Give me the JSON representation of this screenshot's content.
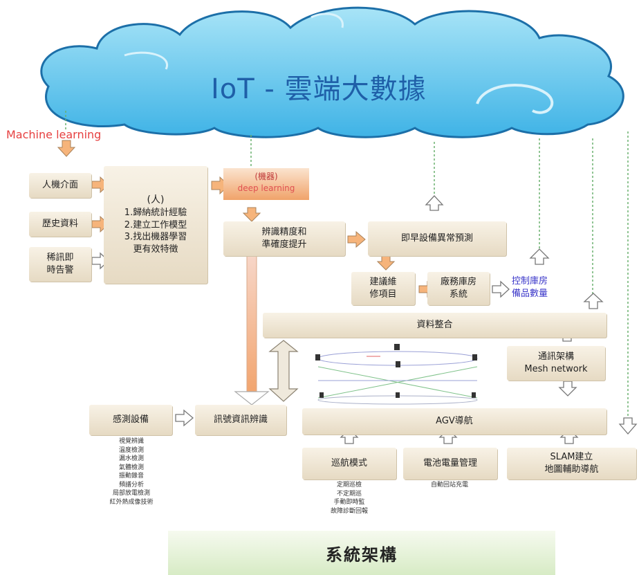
{
  "cloud": {
    "title": "IoT - 雲端大數據"
  },
  "ml_label": "Machine learning",
  "left_inputs": [
    "人機介面",
    "歷史資料",
    "稀訊即\n時告警"
  ],
  "human_box": {
    "title": "(人)",
    "items": [
      "1.歸納統計經驗",
      "2.建立工作模型",
      "3.找出機器學習\n更有效特徵"
    ]
  },
  "machine_box": {
    "title": "(機器)",
    "subtitle": "deep learning"
  },
  "accuracy_box": "辨識精度和\n準確度提升",
  "predict_box": "即早設備異常預測",
  "repair_box": "建議維\n修項目",
  "warehouse_box": "廠務庫房\n系統",
  "inventory_label": "控制庫房\n備品數量",
  "integration_box": "資料整合",
  "comm_box": "通訊架構\nMesh network",
  "sensor_box": "感測設備",
  "signal_box": "訊號資訊辨識",
  "agv_box": "AGV導航",
  "patrol_box": "巡航模式",
  "battery_box": "電池電量管理",
  "slam_box": "SLAM建立\n地圖輔助導航",
  "sensor_list": [
    "視覺辨識",
    "溫度檢測",
    "漏水檢測",
    "氣體檢測",
    "振動錄音",
    "頻譜分析",
    "局部放電檢測",
    "紅外熱成像技術"
  ],
  "patrol_list": [
    "定期巡檢",
    "不定期巡",
    "手動即時監",
    "故障診斷回報"
  ],
  "battery_list": [
    "自動回站充電"
  ],
  "footer_title": "系統架構"
}
